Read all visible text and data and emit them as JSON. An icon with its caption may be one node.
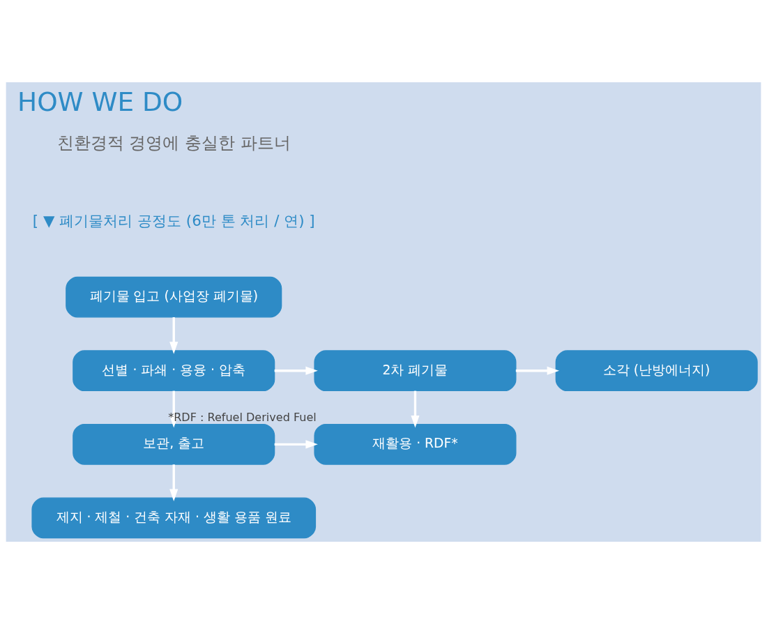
{
  "diagram": {
    "title": "HOW WE DO",
    "nodes": [
      {
        "text": [
          "폐기물 입고 (사업장 폐기물)"
        ]
      },
      {
        "text": [
          "선별 · 파쇄 · 용융 · 압축"
        ]
      },
      {
        "text": [
          "2차 폐기물"
        ]
      },
      {
        "text": [
          "소각 (난방에너지)"
        ]
      },
      {
        "text": [
          "보관, 출고"
        ]
      },
      {
        "text": [
          "재활용 · RDF*"
        ],
        "beside": [
          "*RDF : Refuel Derived Fuel"
        ]
      },
      {
        "text": [
          "제지 · 제철 · 건축 자재 · 생활 용품 원료"
        ]
      }
    ],
    "edges": [
      {
        "from": 0,
        "to": 1,
        "arrow": "to"
      },
      {
        "from": 1,
        "to": 2,
        "arrow": "to"
      },
      {
        "from": 2,
        "to": 3,
        "arrow": "to"
      },
      {
        "from": 1,
        "to": 4,
        "arrow": "to"
      },
      {
        "from": 2,
        "to": 5,
        "arrow": "to"
      },
      {
        "from": 4,
        "to": 5,
        "arrow": "to"
      },
      {
        "from": 4,
        "to": 6,
        "arrow": "to"
      }
    ],
    "labels": [
      "친환경적 경영에 충실한 파트너",
      "[ ▼ 폐기물처리 공정도 (6만 톤 처리 / 연) ]"
    ]
  }
}
